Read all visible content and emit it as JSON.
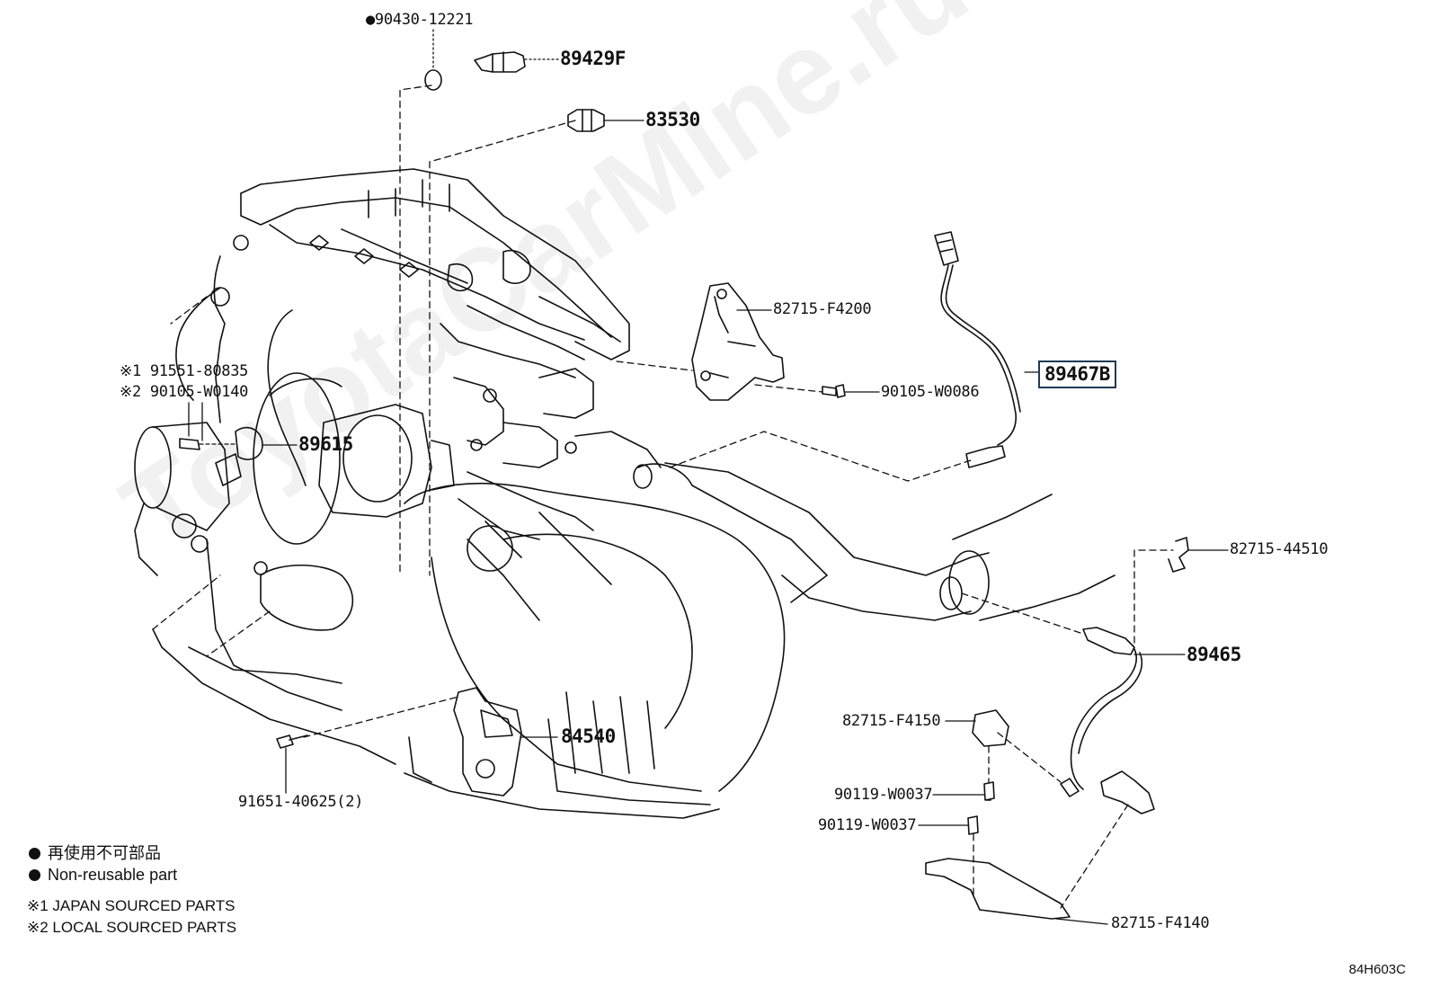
{
  "parts": {
    "p_90430": "●90430-12221",
    "p_89429F": "89429F",
    "p_83530": "83530",
    "p_82715_F4200": "82715-F4200",
    "p_89467B": "89467B",
    "p_90105_W0086": "90105-W0086",
    "p_91551": "※1 91551-80835",
    "p_90105_W0140": "※2 90105-W0140",
    "p_89615": "89615",
    "p_82715_44510": "82715-44510",
    "p_89465": "89465",
    "p_82715_F4150": "82715-F4150",
    "p_84540": "84540",
    "p_90119_a": "90119-W0037",
    "p_90119_b": "90119-W0037",
    "p_91651": "91651-40625(2)",
    "p_82715_F4140": "82715-F4140"
  },
  "legend": {
    "nonreusable_jp": "再使用不可部品",
    "nonreusable_en": "Non-reusable part",
    "note1": "※1 JAPAN SOURCED PARTS",
    "note2": "※2 LOCAL SOURCED PARTS"
  },
  "diagram_code": "84H603C",
  "watermark_text": "ToyotaCarMine.ru",
  "colors": {
    "ink": "#111111",
    "highlight_box": "#1f3a55",
    "watermark": "rgba(0,0,0,0.055)"
  }
}
